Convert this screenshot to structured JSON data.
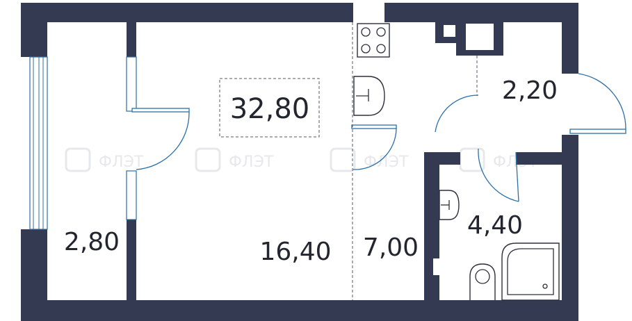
{
  "plan": {
    "total_area": "32,80",
    "rooms": [
      {
        "id": "balcony",
        "area": "2,80"
      },
      {
        "id": "living",
        "area": "16,40"
      },
      {
        "id": "kitchen",
        "area": "7,00"
      },
      {
        "id": "hall",
        "area": "2,20"
      },
      {
        "id": "bathroom",
        "area": "4,40"
      }
    ]
  },
  "watermark": {
    "text": "ФЛЭТ"
  },
  "colors": {
    "wall": "#333a52",
    "door": "#2a6fa8",
    "background": "#ffffff"
  }
}
